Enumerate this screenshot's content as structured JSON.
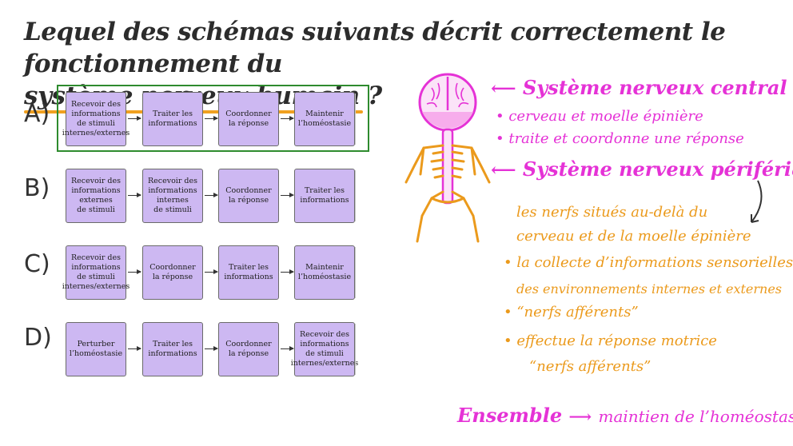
{
  "question": {
    "line1": "Lequel des schémas suivants décrit correctement le fonctionnement du",
    "line2_underlined": "système nerveux humain",
    "line2_end": " ?"
  },
  "options": [
    {
      "letter": "A)",
      "steps": [
        "Recevoir des\ninformations\nde stimuli\ninternes/externes",
        "Traiter les\ninformations",
        "Coordonner\nla réponse",
        "Maintenir\nl’homéostasie"
      ]
    },
    {
      "letter": "B)",
      "steps": [
        "Recevoir des\ninformations\nexternes\nde stimuli",
        "Recevoir des\ninformations\ninternes\nde stimuli",
        "Coordonner\nla réponse",
        "Traiter les\ninformations"
      ]
    },
    {
      "letter": "C)",
      "steps": [
        "Recevoir des\ninformations\nde stimuli\ninternes/externes",
        "Coordonner\nla réponse",
        "Traiter les\ninformations",
        "Maintenir\nl’homéostasie"
      ]
    },
    {
      "letter": "D)",
      "steps": [
        "Perturber\nl’homéostasie",
        "Traiter les\ninformations",
        "Coordonner\nla réponse",
        "Recevoir des\ninformations\nde stimuli\ninternes/externes"
      ]
    }
  ],
  "notes": {
    "central_title": "Système nerveux central",
    "central_item1": "• cerveau et moelle épinière",
    "central_item2": "• traite et coordonne une réponse",
    "peripheral_title": "Système nerveux périférique",
    "peripheral_line1": "les nerfs situés au-delà du",
    "peripheral_line2": "cerveau et de la moelle épinière",
    "peripheral_line3": "• la collecte d’informations sensorielles",
    "peripheral_line4": "des environnements internes et externes",
    "peripheral_line5": "• “nerfs afférents”",
    "peripheral_line6": "• effectue la réponse motrice",
    "peripheral_line7": "“nerfs afférents”",
    "summary_label": "Ensemble",
    "summary_text": "maintien de l’homéostasie"
  },
  "colors": {
    "box_fill": "#cdb8f2",
    "highlight": "#2e8b2e",
    "pink": "#e532d6",
    "orange": "#eb9a1c"
  }
}
